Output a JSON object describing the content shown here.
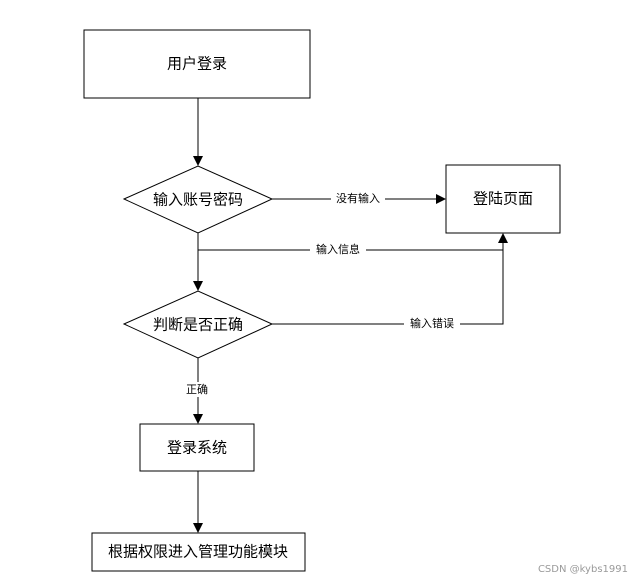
{
  "nodes": {
    "user_login": "用户登录",
    "enter_credentials": "输入账号密码",
    "login_page": "登陆页面",
    "check_correct": "判断是否正确",
    "login_system": "登录系统",
    "enter_module": "根据权限进入管理功能模块"
  },
  "edges": {
    "no_input": "没有输入",
    "input_info": "输入信息",
    "input_error": "输入错误",
    "correct": "正确"
  },
  "watermark": "CSDN @kybs1991",
  "colors": {
    "stroke": "#000000",
    "background": "#ffffff",
    "watermark": "#9a9a9a"
  }
}
